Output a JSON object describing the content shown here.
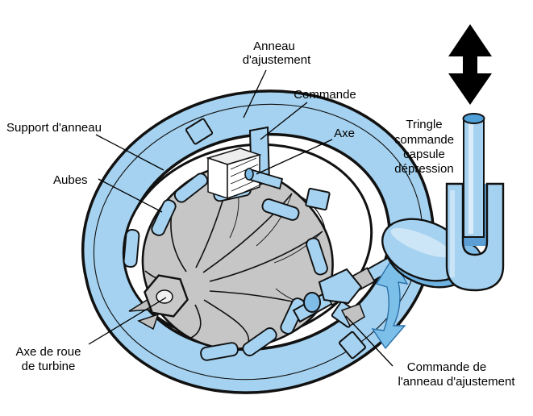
{
  "diagram": {
    "labels": {
      "adjustment_ring": {
        "line1": "Anneau",
        "line2": "d'ajustement"
      },
      "control": "Commande",
      "axis": "Axe",
      "ring_support": "Support d'anneau",
      "vanes": "Aubes",
      "turbine_wheel_axis": {
        "line1": "Axe de roue",
        "line2": "de turbine"
      },
      "rod": {
        "line1": "Tringle",
        "line2": "commande",
        "line3": "capsule",
        "line4": "dépression"
      },
      "ring_control": {
        "line1": "Commande de",
        "line2": "l'anneau d'ajustement"
      }
    },
    "colors": {
      "part_blue": "#A5D2F0",
      "shade_blue": "#6FB3E2",
      "deep_blue": "#4FA0D8",
      "arrow_blue": "#7CC0EA",
      "metal_gray": "#C4C4C4",
      "outline": "#111111",
      "background": "#FFFFFF",
      "motion_arrow_black": "#000000"
    }
  }
}
